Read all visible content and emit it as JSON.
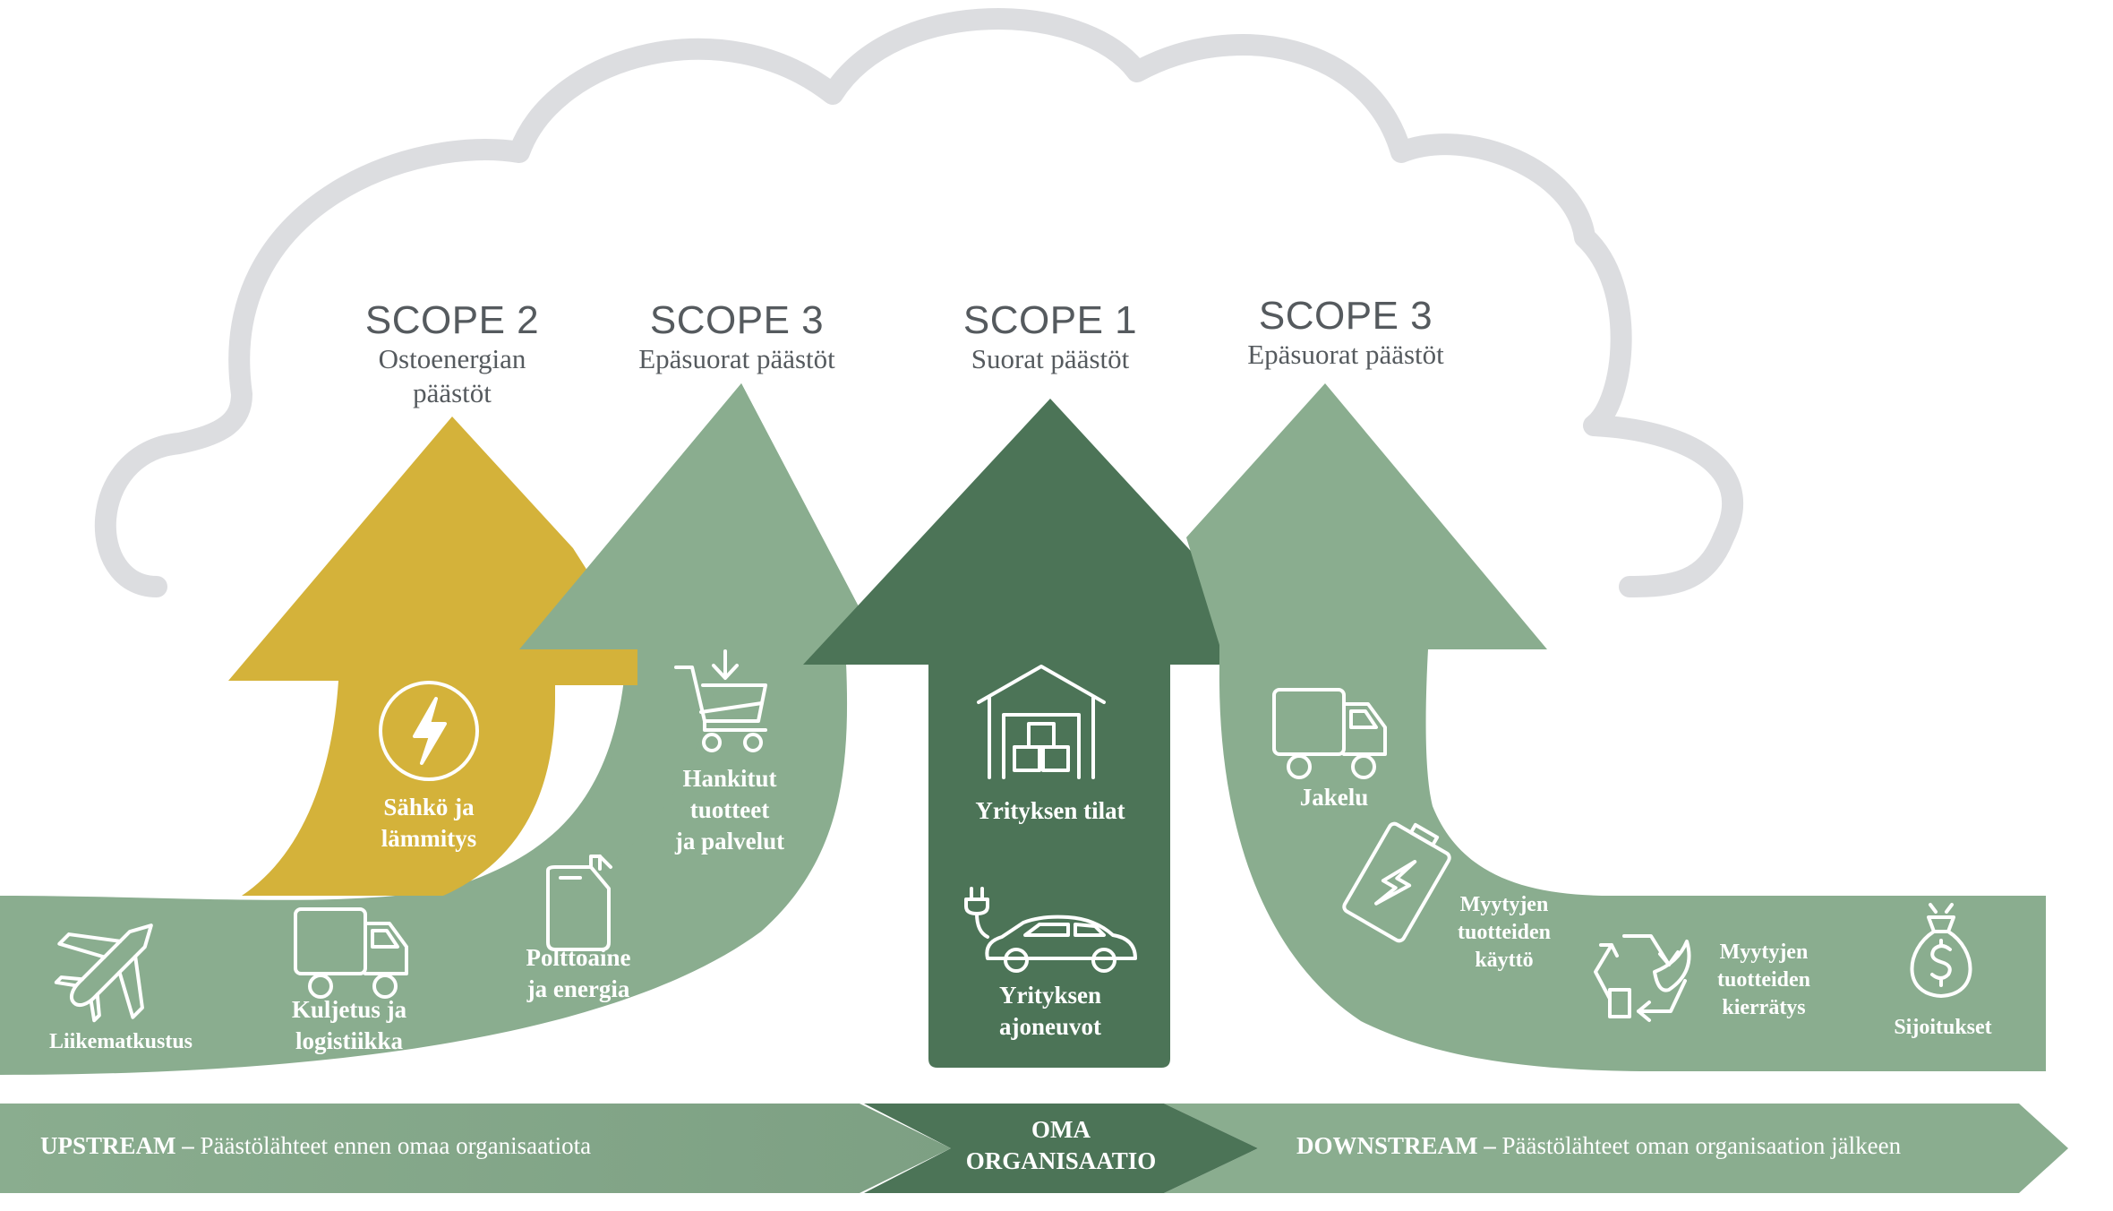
{
  "colors": {
    "cloud_outline": "#dcdde0",
    "yellow": "#d4b23a",
    "light_green": "#8aad8f",
    "dark_green": "#4c7457",
    "text_grey": "#555a5e"
  },
  "scopes": [
    {
      "title": "SCOPE 2",
      "subtitle_lines": [
        "Ostoenergian",
        "päästöt"
      ]
    },
    {
      "title": "SCOPE 3",
      "subtitle_lines": [
        "Epäsuorat päästöt"
      ]
    },
    {
      "title": "SCOPE 1",
      "subtitle_lines": [
        "Suorat päästöt"
      ]
    },
    {
      "title": "SCOPE 3",
      "subtitle_lines": [
        "Epäsuorat päästöt"
      ]
    }
  ],
  "items": {
    "liikematkustus": {
      "label": "Liikematkustus",
      "icon": "airplane-icon"
    },
    "kuljetus": {
      "label_lines": [
        "Kuljetus ja",
        "logistiikka"
      ],
      "icon": "truck-icon"
    },
    "polttoaine": {
      "label_lines": [
        "Polttoaine",
        "ja energia"
      ],
      "icon": "fuel-canister-icon"
    },
    "sahko": {
      "label_lines": [
        "Sähkö ja",
        "lämmitys"
      ],
      "icon": "lightning-bolt-icon"
    },
    "hankitut": {
      "label_lines": [
        "Hankitut",
        "tuotteet",
        "ja palvelut"
      ],
      "icon": "shopping-cart-icon"
    },
    "tilat": {
      "label": "Yrityksen tilat",
      "icon": "warehouse-icon"
    },
    "ajoneuvot": {
      "label_lines": [
        "Yrityksen",
        "ajoneuvot"
      ],
      "icon": "electric-car-icon"
    },
    "jakelu": {
      "label": "Jakelu",
      "icon": "truck-icon"
    },
    "kaytto": {
      "label_lines": [
        "Myytyjen",
        "tuotteiden",
        "käyttö"
      ],
      "icon": "battery-icon"
    },
    "kierratys": {
      "label_lines": [
        "Myytyjen",
        "tuotteiden",
        "kierrätys"
      ],
      "icon": "recycle-icon"
    },
    "sijoitukset": {
      "label": "Sijoitukset",
      "icon": "money-bag-icon"
    }
  },
  "band": {
    "upstream_bold": "UPSTREAM –",
    "upstream_text": " Päästölähteet ennen omaa organisaatiota",
    "center_lines": [
      "OMA",
      "ORGANISAATIO"
    ],
    "downstream_bold": "DOWNSTREAM –",
    "downstream_text": " Päästölähteet oman organisaation jälkeen"
  }
}
